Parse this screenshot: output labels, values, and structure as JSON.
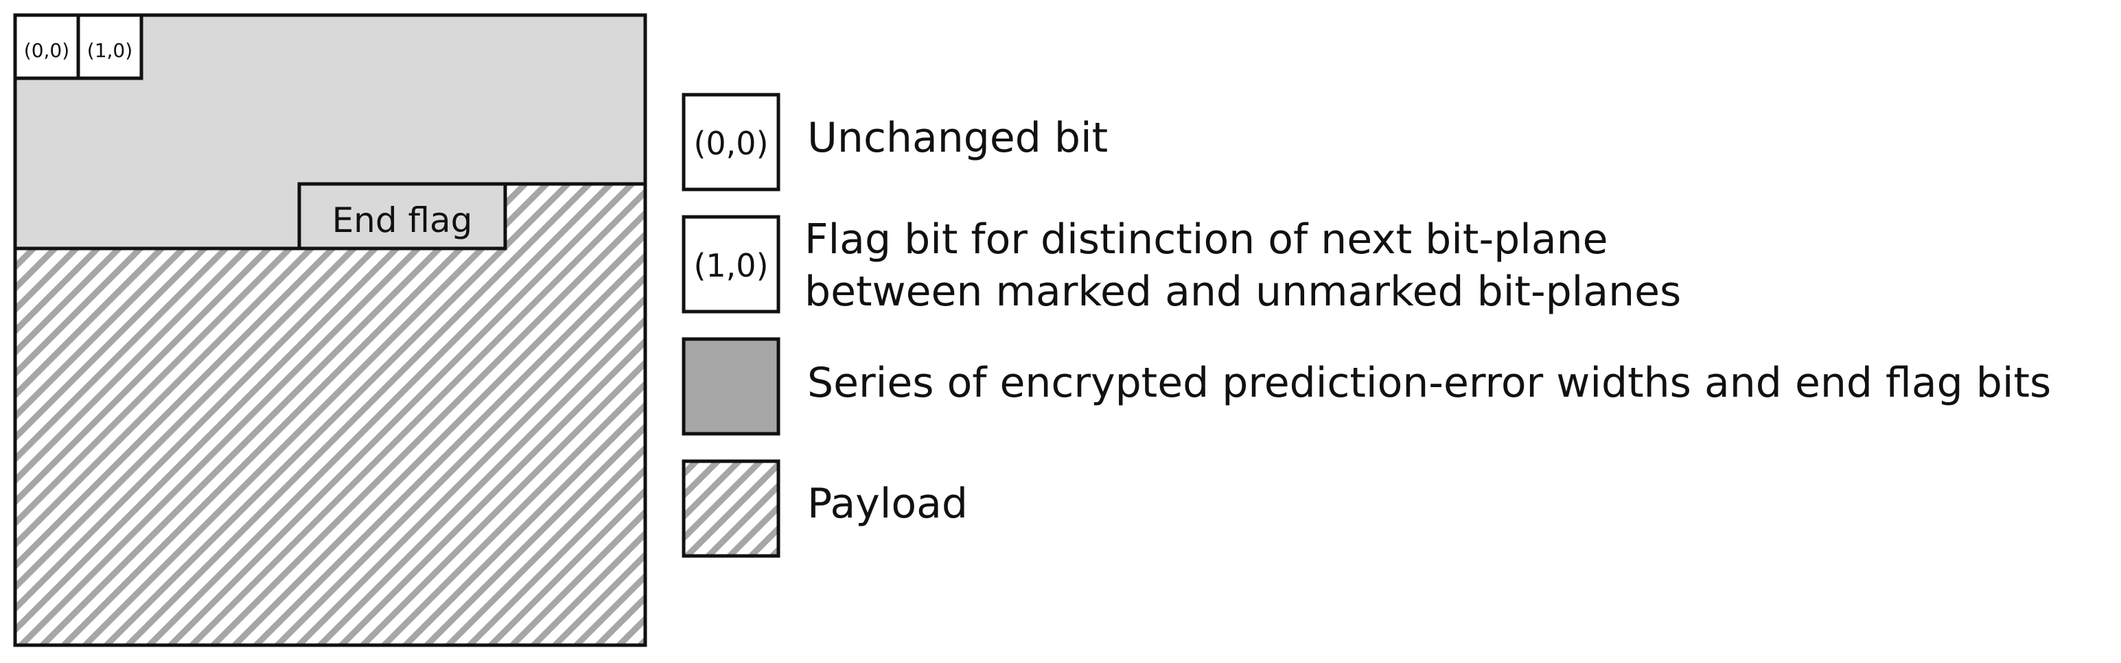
{
  "colors": {
    "border": "#111111",
    "unchanged_fill": "#ffffff",
    "flag_fill": "#ffffff",
    "encrypted_fill": "#a6a6a6",
    "upper_region_fill": "#d9d9d9",
    "end_flag_fill": "#d9d9d9",
    "payload_stripe": "#a6a6a6",
    "payload_background": "#ffffff"
  },
  "bitplane": {
    "cell_unchanged_label": "(0,0)",
    "cell_flag_label": "(1,0)",
    "end_flag_label": "End flag"
  },
  "legend": {
    "unchanged": {
      "swatch_label": "(0,0)",
      "text": "Unchanged bit"
    },
    "flag": {
      "swatch_label": "(1,0)",
      "text_line1": "Flag bit for distinction of next bit-plane",
      "text_line2": "between marked and unmarked bit-planes"
    },
    "encrypted": {
      "text": "Series of encrypted prediction-error widths and end flag bits"
    },
    "payload": {
      "text": "Payload"
    }
  }
}
